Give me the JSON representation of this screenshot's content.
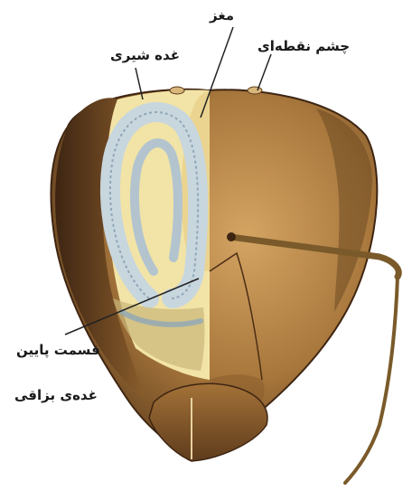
{
  "labels": {
    "brain": "مغز",
    "ocelli": "چشم نقطه‌ای",
    "royal_jelly_gland": "غده شیری",
    "salivary_lower_line1": "قسمت پایین",
    "salivary_lower_line2": "غده‌ی بزاقی"
  },
  "colors": {
    "head_dark": "#5a3a1c",
    "head_mid": "#9a6b34",
    "head_light": "#c9995a",
    "cutaway_bg": "#f2e4a6",
    "gland_outline": "#8fa7b8",
    "gland_fill": "#c8d6de",
    "antenna": "#7a5a2a",
    "leader_line": "#222222"
  }
}
